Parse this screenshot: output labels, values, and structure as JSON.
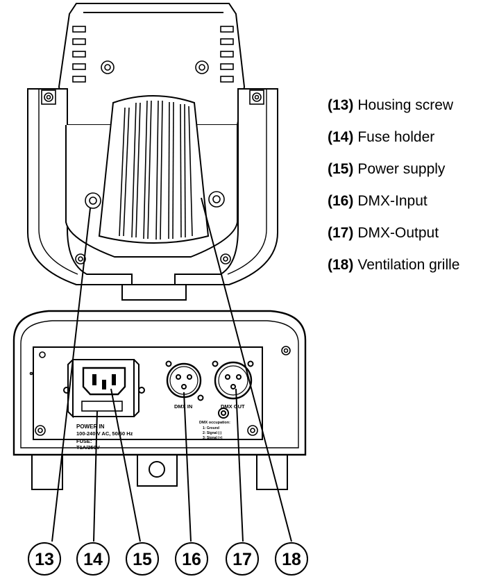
{
  "panel_labels": {
    "power_in": "POWER IN",
    "voltage": "100-240 V AC, 50/60 Hz",
    "fuse": "FUSE:",
    "fuse_rating": "T1A/250V",
    "dmx_in": "DMX IN",
    "dmx_out": "DMX OUT",
    "dmx_occupation": "DMX occupation:",
    "pin1": "1: Ground",
    "pin2": "2: Signal (-)",
    "pin3": "3: Signal (+)"
  },
  "callouts": [
    {
      "number": "13",
      "label": "Housing screw"
    },
    {
      "number": "14",
      "label": "Fuse holder"
    },
    {
      "number": "15",
      "label": "Power supply"
    },
    {
      "number": "16",
      "label": "DMX-Input"
    },
    {
      "number": "17",
      "label": "DMX-Output"
    },
    {
      "number": "18",
      "label": "Ventilation grille"
    }
  ],
  "legend": [
    {
      "number": "(13)",
      "label": "Housing screw"
    },
    {
      "number": "(14)",
      "label": "Fuse holder"
    },
    {
      "number": "(15)",
      "label": "Power supply"
    },
    {
      "number": "(16)",
      "label": "DMX-Input"
    },
    {
      "number": "(17)",
      "label": "DMX-Output"
    },
    {
      "number": "(18)",
      "label": "Ventilation grille"
    }
  ]
}
